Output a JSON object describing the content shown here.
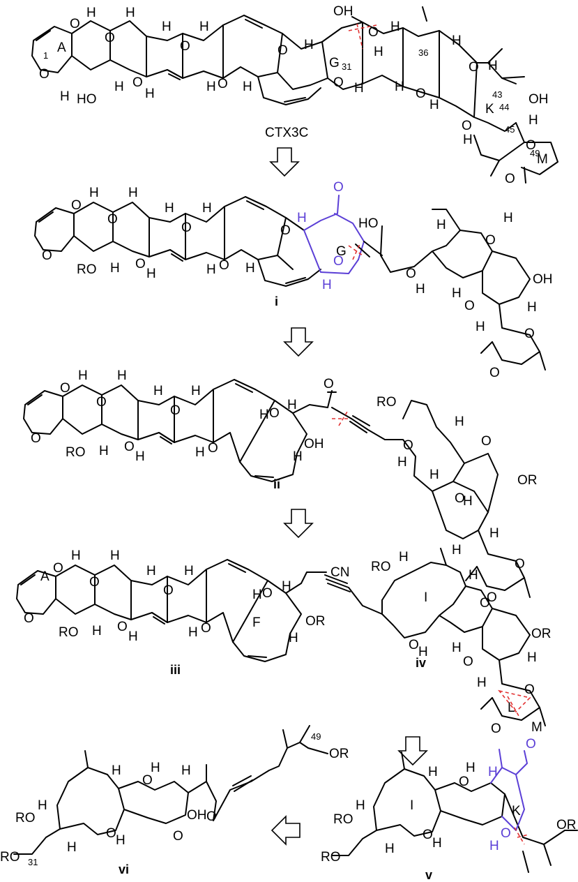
{
  "figure": {
    "target_name": "CTX3C",
    "compound_labels": {
      "i": "i",
      "ii": "ii",
      "iii": "iii",
      "iv": "iv",
      "v": "v",
      "vi": "vi"
    },
    "ring_labels": {
      "A": "A",
      "G": "G",
      "K": "K",
      "M": "M",
      "F": "F",
      "I": "I",
      "L": "L"
    },
    "atom_numbers": {
      "n1": "1",
      "n31": "31",
      "n36": "36",
      "n43": "43",
      "n44": "44",
      "n45": "45",
      "n49": "49"
    },
    "atoms": {
      "O": "O",
      "H": "H",
      "OH": "OH",
      "HO": "HO",
      "RO": "RO",
      "OR": "OR",
      "CN": "CN"
    },
    "colors": {
      "bond": "#000000",
      "highlight": "#5b3fd6",
      "disconnection": "#e23030"
    },
    "arrow_icon": "retrosynthesis-arrow"
  }
}
